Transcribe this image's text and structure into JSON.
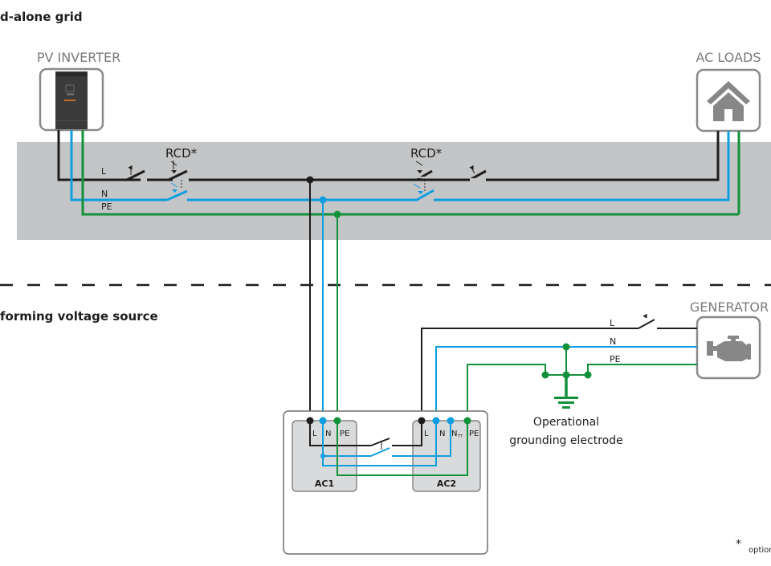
{
  "sections": {
    "top_heading": "d-alone grid",
    "bottom_heading": "forming voltage source"
  },
  "devices": {
    "pv_inverter": "PV INVERTER",
    "ac_loads": "AC LOADS",
    "generator": "GENERATOR"
  },
  "wires": {
    "L": "L",
    "N": "N",
    "PE": "PE"
  },
  "rcd": {
    "label_1": "RCD*",
    "label_2": "RCD*"
  },
  "inverter_unit": {
    "ac1": {
      "name": "AC1",
      "terminals": [
        "L",
        "N",
        "PE"
      ]
    },
    "ac2": {
      "name": "AC2",
      "terminals": [
        "L",
        "N",
        "N",
        "PE"
      ],
      "n_subscript": "TT"
    }
  },
  "grounding": {
    "line1": "Operational",
    "line2": "grounding electrode"
  },
  "footnote": {
    "star": "*",
    "text": "optional"
  },
  "colors": {
    "L": "#1d1d1b",
    "N": "#0f9ee0",
    "PE": "#11913a",
    "band": "#c4c5c7",
    "device_border": "#7a7a7a",
    "terminal_box": "#d9dadb"
  }
}
